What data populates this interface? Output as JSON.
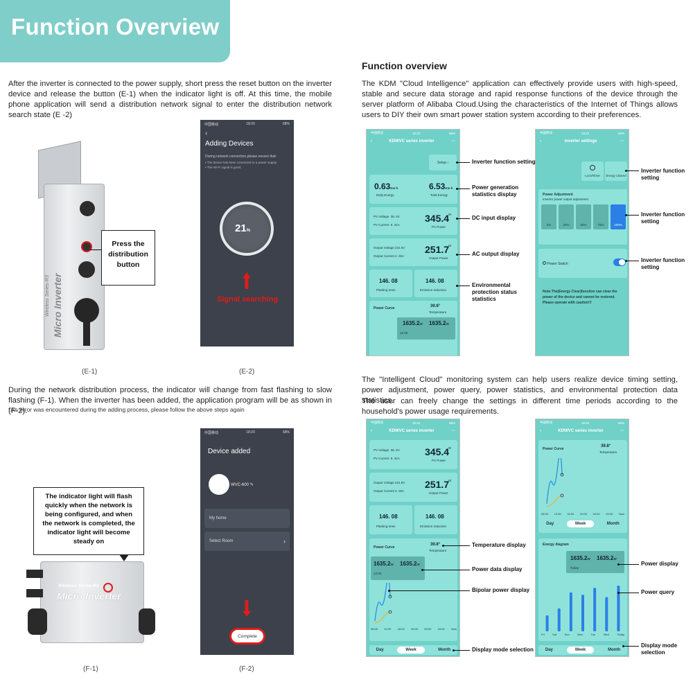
{
  "banner": {
    "title": "Function Overview"
  },
  "left": {
    "intro": "After the inverter is connected to the power supply, short press the reset button on the inverter device and release the button (E-1) when the indicator light is off. At this time, the mobile phone application will send a distribution network signal to enter the distribution network search state (E -2)",
    "e1_callout": "Press the distribution button",
    "e1_caption": "(E-1)",
    "e2_caption": "(E-2)",
    "inverter_label_top": "Wireless Series-R3",
    "inverter_label_main": "Micro Inverter",
    "adding": {
      "status_left": "中国移动",
      "status_time": "18:20",
      "status_right": "68%",
      "title": "Adding Devices",
      "subtitle": "During network connection,please ensure that:",
      "bullet1": "• The device has been connected to a power supply.",
      "bullet2": "• The Wi-Fi signal is good.",
      "percent": "21",
      "percent_unit": "%",
      "searching": "Signal searching"
    },
    "middle_para": "During the network distribution process, the indicator will change from fast flashing to slow flashing (F-1). When the inverter has been added, the application program will be as shown in (F-2).",
    "note": "*An error was encountered during the adding process, please follow the above steps again",
    "f1_callout": "The indicator light will flash quickly when the network is being configured, and when the network is completed, the indicator light will become steady on",
    "f1_caption": "(F-1)",
    "f2_caption": "(F-2)",
    "inverter2_label_top": "Wireless Series-R3",
    "inverter2_label_main": "Micro Inverter",
    "added": {
      "status_left": "中国移动",
      "status_time": "18:20",
      "status_right": "68%",
      "title": "Device added",
      "device": "WVC-600",
      "home": "My home",
      "room": "Select Room",
      "complete": "Complete"
    }
  },
  "right": {
    "heading": "Function overview",
    "para1": "The KDM \"Cloud Intelligence\" application can effectively provide users with high-speed, stable and secure data storage and rapid response functions of the device through the server platform of Alibaba Cloud.Using the characteristics of the Internet of Things allows users to DIY their own smart power station system according to their preferences.",
    "para2a": "The \"Intelligent Cloud\" monitoring system can help users realize device timing setting, power adjustment, power query, power statistics, and environmental protection data statistics.",
    "para2b": "The user can freely change the settings in different time periods according to the household's power usage requirements.",
    "app": {
      "time": "18:20",
      "battery": "68%",
      "carrier": "中国移动",
      "title": "KDWVC series inverter",
      "setup": "Setup",
      "daily_val": "0.63",
      "daily_unit": "Kw·h",
      "daily_label": "Daily Energy",
      "total_val": "6.53",
      "total_unit": "Kw·h",
      "total_label": "Total Energy",
      "pv_voltage_label": "PV Voltage",
      "pv_voltage_val": "36. 5V",
      "pv_current_label": "PV Current",
      "pv_current_val": "9. 31A",
      "pv_power_val": "345.4",
      "pv_power_unit": "W",
      "pv_power_label": "PV Power",
      "out_voltage_label": "Output Voltage",
      "out_voltage_val": "231.6V",
      "out_current_label": "Output Current",
      "out_current_val": "2. 36A",
      "out_power_val": "251.7",
      "out_power_unit": "W",
      "out_power_label": "Output Power",
      "trees_val": "146. 08",
      "trees_label": "Planting trees",
      "emission_val": "146. 08",
      "emission_label": "Emission reduction",
      "curve_label": "Power Curve",
      "temp_val": "39.8",
      "temp_unit": "°",
      "temp_label": "Temperature",
      "curve_val1": "1635.2",
      "curve_val2": "1635.2",
      "curve_unit": "W",
      "curve_time": "12:00",
      "x_ticks": [
        "08:00",
        "12:00",
        "16:00",
        "20:00",
        "00:00",
        "04:00",
        "Now"
      ],
      "day": "Day",
      "week": "Week",
      "month": "Month",
      "energy_label": "Energy diagram",
      "today": "Today",
      "days": [
        "Fri",
        "Sat",
        "Sun",
        "Mon",
        "Tue",
        "Wed",
        "Today"
      ],
      "bars": [
        0.35,
        0.5,
        0.85,
        0.8,
        0.95,
        0.75,
        1.0
      ]
    },
    "settings": {
      "title": "Inverter settings",
      "local_timer": "LocalTimer",
      "energy_cleared": "Energy Cleared",
      "power_adj": "Power Adjustment",
      "power_adj_sub": "Inverter power output adjustment",
      "levels": [
        "5%",
        "25%",
        "50%",
        "75%",
        "100%"
      ],
      "power_switch": "Power Switch",
      "note": "Note:The[Energy Clear]function can clear the power of the device and cannot be restored. Please operate with caution!!!"
    },
    "callouts1": {
      "inverter_function": "Inverter function setting",
      "power_gen": "Power generation statistics display",
      "dc_input": "DC input display",
      "ac_output": "AC output display",
      "env": "Environmental protection status statistics"
    },
    "callouts2": {
      "s1": "Inverter function setting",
      "s2": "Inverter function setting",
      "s3": "Inverter function setting"
    },
    "callouts3": {
      "temp": "Temperature display",
      "power_data": "Power data display",
      "bipolar": "Bipolar power display",
      "mode": "Display mode selection"
    },
    "callouts4": {
      "power_display": "Power display",
      "power_query": "Power query",
      "mode": "Display mode selection"
    }
  },
  "colors": {
    "banner": "#7fcec9",
    "app_bg": "#6fd1c8",
    "card": "#8ee2da",
    "accent_red": "#e11b1b",
    "bar_blue": "#2b7fe6"
  }
}
